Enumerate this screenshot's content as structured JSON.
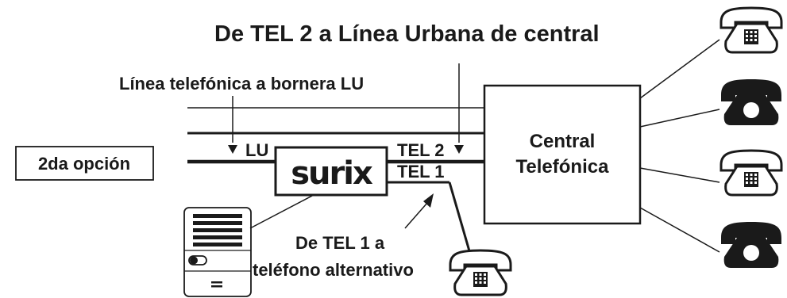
{
  "title": "De TEL 2 a Línea Urbana de central",
  "labels": {
    "linea_tel": "Línea telefónica a bornera LU",
    "option": "2da opción",
    "lu": "LU",
    "tel2": "TEL 2",
    "tel1": "TEL 1",
    "central_line1": "Central",
    "central_line2": "Telefónica",
    "de_tel1_line1": "De TEL 1 a",
    "de_tel1_line2": "teléfono alternativo"
  },
  "logo": "surix",
  "icons": {
    "phone_keypad": "push-button-telephone-icon",
    "phone_rotary": "rotary-telephone-icon",
    "door_panel": "door-intercom-panel-icon",
    "arrow": "arrow-down-icon"
  },
  "colors": {
    "ink": "#1a1a1a",
    "background": "#ffffff"
  }
}
